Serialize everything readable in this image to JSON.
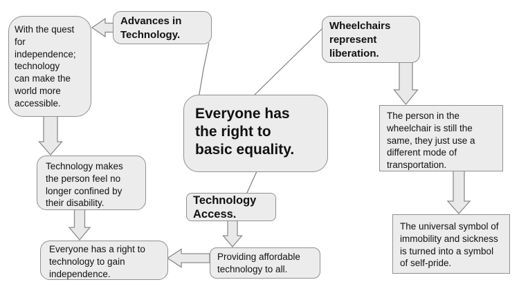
{
  "diagram": {
    "type": "concept-map",
    "background": "#ffffff",
    "colors": {
      "node_fill": "#ececec",
      "node_border": "#8f8f8f",
      "arrow_fill": "#e9e9e9",
      "arrow_border": "#8a8a8a",
      "text": "#111111"
    },
    "nodes": {
      "equality": {
        "text": "Everyone has\nthe right to\nbasic equality.",
        "emphasis": "bold-large"
      },
      "advances": {
        "text": "Advances in\nTechnology.",
        "emphasis": "bold"
      },
      "quest": {
        "text": "With the quest\nfor\nindependence;\ntechnology\ncan make the\nworld more\naccessible.",
        "emphasis": "regular"
      },
      "wheelchairs": {
        "text": "Wheelchairs\nrepresent\nliberation.",
        "emphasis": "bold"
      },
      "person": {
        "text": "The person in the\nwheelchair is still the\nsame, they just use a\ndifferent mode of\ntransportation.",
        "emphasis": "regular"
      },
      "symbol": {
        "text": "The universal symbol of\nimmobility and sickness\nis turned into a symbol\nof self-pride.",
        "emphasis": "regular"
      },
      "confined": {
        "text": "Technology makes\nthe person feel no\nlonger confined by\ntheir disability.",
        "emphasis": "regular"
      },
      "right_tech": {
        "text": "Everyone has a right to\ntechnology to gain\nindependence.",
        "emphasis": "regular"
      },
      "access": {
        "text": "Technology\nAccess.",
        "emphasis": "bold"
      },
      "providing": {
        "text": "Providing affordable\ntechnology to all.",
        "emphasis": "regular"
      }
    },
    "edges": [
      {
        "from": "advances",
        "to": "quest",
        "style": "block-arrow",
        "direction": "left"
      },
      {
        "from": "advances",
        "to": "equality",
        "style": "plain-line"
      },
      {
        "from": "equality",
        "to": "wheelchairs",
        "style": "plain-line"
      },
      {
        "from": "equality",
        "to": "access",
        "style": "plain-line"
      },
      {
        "from": "wheelchairs",
        "to": "person",
        "style": "block-arrow",
        "direction": "down"
      },
      {
        "from": "person",
        "to": "symbol",
        "style": "block-arrow",
        "direction": "down"
      },
      {
        "from": "quest",
        "to": "confined",
        "style": "block-arrow",
        "direction": "down"
      },
      {
        "from": "confined",
        "to": "right_tech",
        "style": "block-arrow",
        "direction": "down"
      },
      {
        "from": "access",
        "to": "providing",
        "style": "block-arrow",
        "direction": "down"
      },
      {
        "from": "providing",
        "to": "right_tech",
        "style": "block-arrow",
        "direction": "left"
      }
    ]
  }
}
